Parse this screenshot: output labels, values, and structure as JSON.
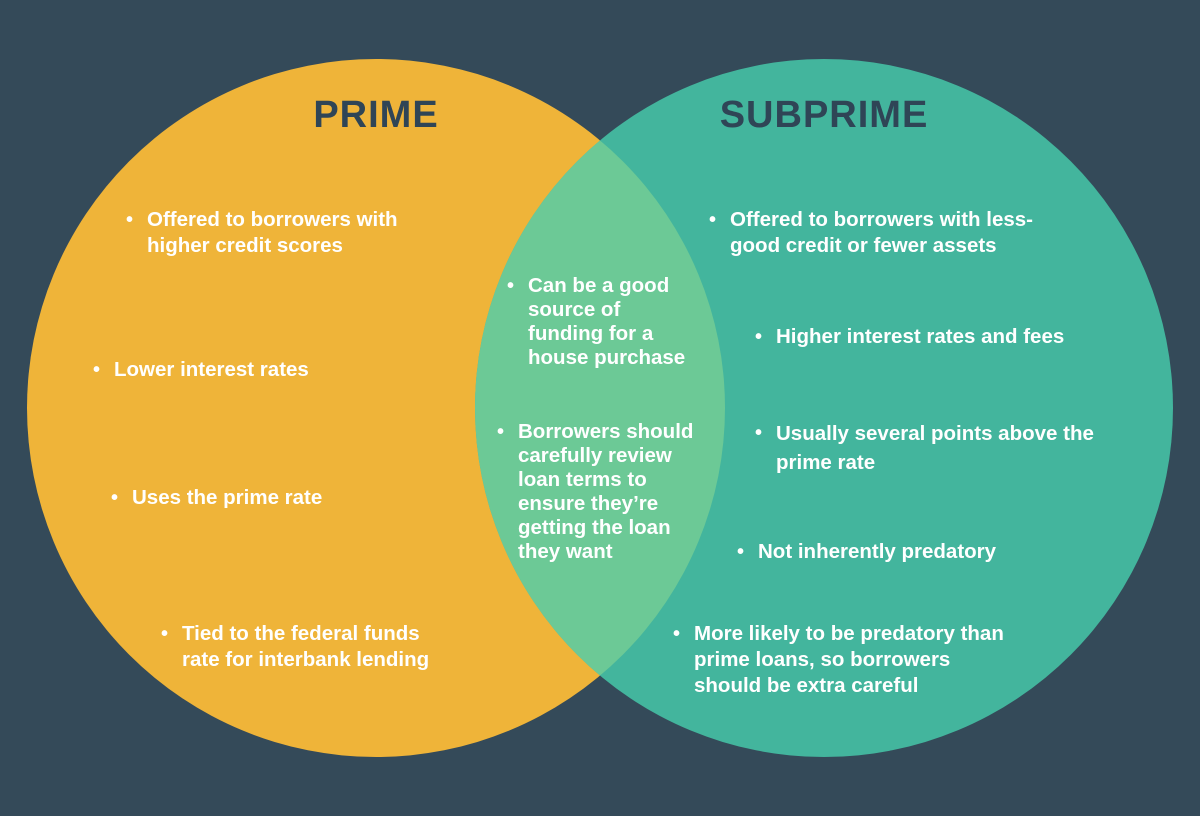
{
  "colors": {
    "background": "#344a59",
    "prime": "#efb439",
    "subprime": "#43b59d",
    "overlap": "#6cc996",
    "title": "#2f4556"
  },
  "prime": {
    "title": "PRIME",
    "items": [
      "Offered to borrowers with\nhigher credit scores",
      "Lower interest rates",
      "Uses the prime rate",
      "Tied to the federal funds\nrate for interbank lending"
    ]
  },
  "overlap": {
    "items": [
      "Can be a good\nsource of\nfunding for a\nhouse purchase",
      "Borrowers should\ncarefully review\nloan terms to\nensure they’re\ngetting the loan\nthey want"
    ]
  },
  "subprime": {
    "title": "SUBPRIME",
    "items": [
      "Offered to borrowers with less-\ngood credit or fewer assets",
      "Higher interest rates and fees",
      "Usually several points above the\nprime rate",
      "Not inherently predatory",
      "More likely to be predatory than\nprime loans, so borrowers\nshould be extra careful"
    ]
  }
}
